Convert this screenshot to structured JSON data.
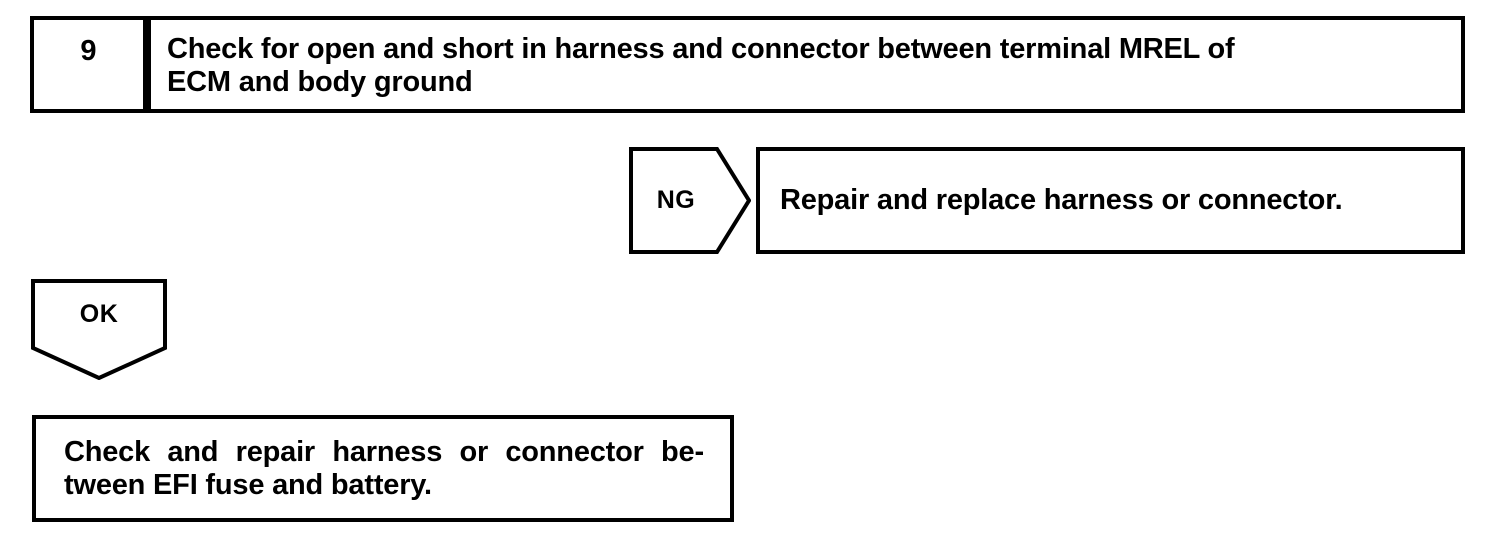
{
  "document": {
    "kind": "troubleshooting-flowchart",
    "ink_color": "#000000",
    "paper_color": "#ffffff"
  },
  "step": {
    "number": "9",
    "text_line_1": "Check for open and short in harness and connector between terminal MREL of",
    "text_line_2": "ECM and body ground",
    "full_text": "Check for open and short in harness and connector between terminal MREL of ECM and body ground"
  },
  "branches": {
    "ng": {
      "label": "NG",
      "result_text": "Repair and replace harness or connector."
    },
    "ok": {
      "label": "OK",
      "result_line_1_words": [
        "Check",
        "and",
        "repair",
        "harness",
        "or",
        "connector",
        "be-"
      ],
      "result_line_2": "tween EFI fuse and battery.",
      "result_full_text": "Check and repair harness or connector between EFI fuse and battery."
    }
  }
}
